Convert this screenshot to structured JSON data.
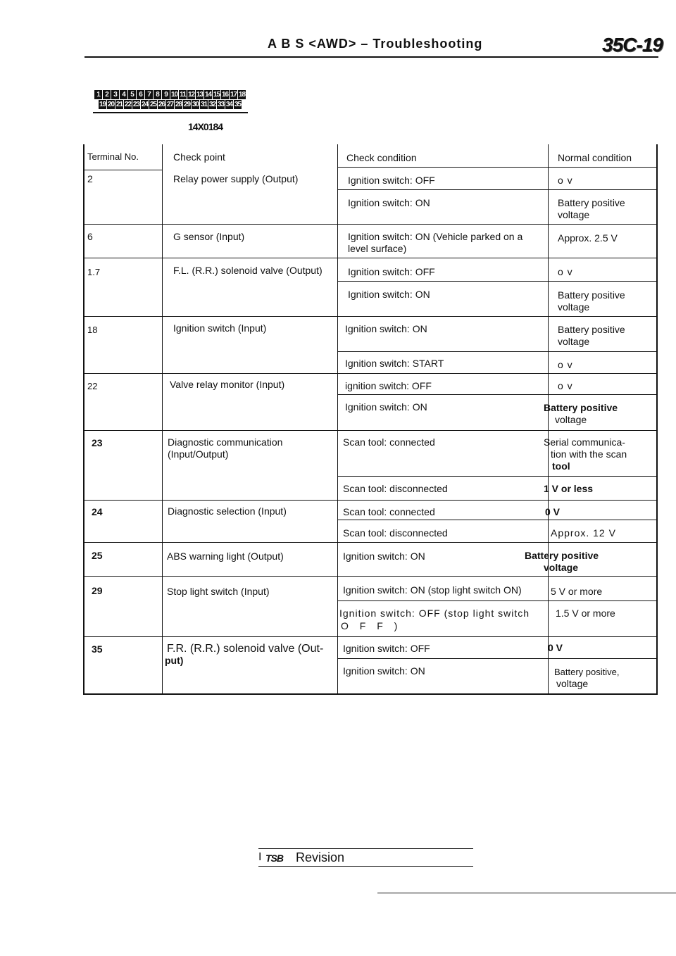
{
  "header": {
    "title": "A B S <AWD> – Troubleshooting",
    "page_number": "35C-19"
  },
  "connector": {
    "top_pins": [
      "1",
      "2",
      "3",
      "4",
      "5",
      "6",
      "7",
      "8",
      "9",
      "10",
      "11",
      "12",
      "13",
      "14",
      "15",
      "16",
      "17",
      "18"
    ],
    "bottom_pins": [
      "19",
      "20",
      "21",
      "22",
      "23",
      "24",
      "25",
      "26",
      "27",
      "28",
      "29",
      "30",
      "31",
      "32",
      "33",
      "34",
      "35"
    ],
    "drawing_code": "14X0184"
  },
  "table": {
    "headers": {
      "terminal": "Terminal No.",
      "check_point": "Check point",
      "check_condition": "Check condition",
      "normal_condition": "Normal condition"
    },
    "rows": [
      {
        "terminal": "2",
        "point": "Relay power supply (Output)",
        "condition": "Ignition switch: OFF",
        "normal": "o v"
      },
      {
        "terminal": "",
        "point": "",
        "condition": "Ignition switch: ON",
        "normal": "Battery positive voltage"
      },
      {
        "terminal": "6",
        "point": "G sensor (Input)",
        "condition": "Ignition switch: ON (Vehicle parked on a level surface)",
        "normal": "Approx. 2.5 V"
      },
      {
        "terminal": "1.7",
        "point": "F.L. (R.R.) solenoid valve (Output)",
        "condition": "Ignition switch: OFF",
        "normal": "o v"
      },
      {
        "terminal": "",
        "point": "",
        "condition": "Ignition switch: ON",
        "normal": "Battery positive voltage"
      },
      {
        "terminal": "18",
        "point": "Ignition switch (Input)",
        "condition": "Ignition switch: ON",
        "normal": "Battery positive voltage"
      },
      {
        "terminal": "",
        "point": "",
        "condition": "Ignition switch: START",
        "normal": "o v"
      },
      {
        "terminal": "22",
        "point": "Valve relay monitor (Input)",
        "condition": "ignition switch: OFF",
        "normal": "o v"
      },
      {
        "terminal": "",
        "point": "",
        "condition": "Ignition switch: ON",
        "normal": "Battery positive voltage"
      },
      {
        "terminal": "23",
        "point": "Diagnostic communication (Input/Output)",
        "condition": "Scan tool: connected",
        "normal": "Serial communication with the scan tool"
      },
      {
        "terminal": "",
        "point": "",
        "condition": "Scan tool: disconnected",
        "normal": "1 V or less"
      },
      {
        "terminal": "24",
        "point": "Diagnostic selection (Input)",
        "condition": "Scan tool: connected",
        "normal": "0 V"
      },
      {
        "terminal": "",
        "point": "",
        "condition": "Scan tool: disconnected",
        "normal": "Approx. 12 V"
      },
      {
        "terminal": "25",
        "point": "ABS warning light (Output)",
        "condition": "Ignition switch: ON",
        "normal": "Battery positive voltage"
      },
      {
        "terminal": "29",
        "point": "Stop light switch (Input)",
        "condition": "Ignition switch: ON (stop light switch ON)",
        "normal": "5 V or more"
      },
      {
        "terminal": "",
        "point": "",
        "condition": "Ignition switch: OFF (stop light switch OFF)",
        "normal": "1.5 V or more"
      },
      {
        "terminal": "35",
        "point": "F.R. (R.R.) solenoid valve (Output)",
        "condition": "Ignition switch: OFF",
        "normal": "0 V"
      },
      {
        "terminal": "",
        "point": "",
        "condition": "Ignition switch: ON",
        "normal": "Battery positive, voltage"
      }
    ]
  },
  "display_lines": {
    "r1_normal": "o v",
    "r2_normal_1": "Battery positive",
    "r2_normal_2": "voltage",
    "r3_cond_1": "Ignition switch: ON (Vehicle parked on a",
    "r3_cond_2": "level surface)",
    "r4_normal": "o v",
    "r5_normal_1": "Battery positive",
    "r5_normal_2": "voltage",
    "r6_normal_1": "Battery positive",
    "r6_normal_2": "voltage",
    "r7_normal": "o v",
    "r8_normal": "o v",
    "r9_normal_1": "Battery positive",
    "r9_normal_2": "voltage",
    "r10_point_1": "Diagnostic communication",
    "r10_point_2": "(Input/Output)",
    "r10_normal_1": "Serial communica-",
    "r10_normal_2": "tion with the scan",
    "r10_normal_3": "tool",
    "r14_normal_1": "Battery positive",
    "r14_normal_2": "voltage",
    "r16_cond_1": "Ignition switch: OFF (stop light switch",
    "r16_cond_2": "O F F )",
    "r17_point_1": "F.R. (R.R.) solenoid valve (Out-",
    "r17_point_2": "put)",
    "r18_normal_1": "Battery positive,",
    "r18_normal_2": "voltage"
  },
  "footer": {
    "bar": "I",
    "icon": "TSB",
    "label": "Revision"
  }
}
